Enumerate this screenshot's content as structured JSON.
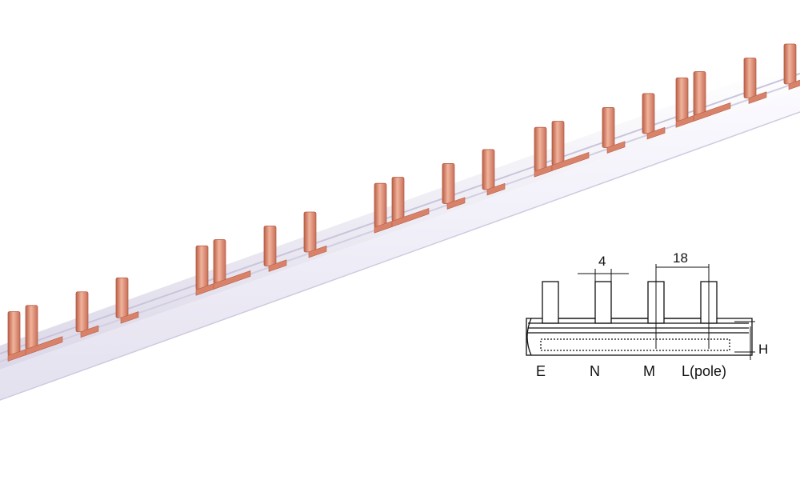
{
  "diagram": {
    "dimensions": {
      "pin_width": "4",
      "pin_pitch": "18",
      "height": "H"
    },
    "pole_labels": [
      "E",
      "N",
      "M",
      "L(pole)"
    ],
    "colors": {
      "copper": "#d9826a",
      "copper_dark": "#b85e45",
      "copper_light": "#f2b7a0",
      "bar_white": "#f3f1f8",
      "bar_shadow": "#d6d2e6",
      "line": "#111111"
    }
  }
}
